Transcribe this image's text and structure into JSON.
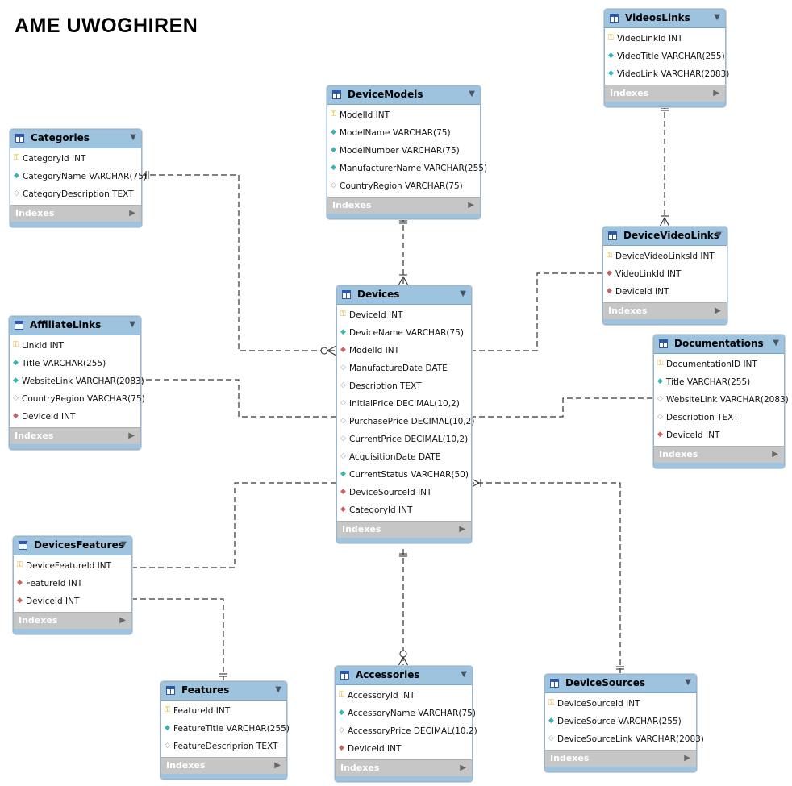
{
  "title": "AME UWOGHIREN",
  "indexes_label": "Indexes",
  "colors": {
    "header": "#9dc3df",
    "primary_key": "#e0b020",
    "attribute": "#37b3b3",
    "foreign_key": "#cc6060"
  },
  "tables": [
    {
      "key": "videoslinks",
      "name": "VideosLinks",
      "columns": [
        {
          "icon": "key-icon",
          "text": "VideoLinkId INT"
        },
        {
          "icon": "attribute-icon",
          "text": "VideoTitle VARCHAR(255)"
        },
        {
          "icon": "attribute-icon",
          "text": "VideoLink VARCHAR(2083)"
        }
      ]
    },
    {
      "key": "devicemodels",
      "name": "DeviceModels",
      "columns": [
        {
          "icon": "key-icon",
          "text": "ModelId INT"
        },
        {
          "icon": "attribute-icon",
          "text": "ModelName VARCHAR(75)"
        },
        {
          "icon": "attribute-icon",
          "text": "ModelNumber VARCHAR(75)"
        },
        {
          "icon": "attribute-icon",
          "text": "ManufacturerName VARCHAR(255)"
        },
        {
          "icon": "optional-icon",
          "text": "CountryRegion VARCHAR(75)"
        }
      ]
    },
    {
      "key": "categories",
      "name": "Categories",
      "columns": [
        {
          "icon": "key-icon",
          "text": "CategoryId INT"
        },
        {
          "icon": "attribute-icon",
          "text": "CategoryName VARCHAR(75)"
        },
        {
          "icon": "optional-icon",
          "text": "CategoryDescription TEXT"
        }
      ]
    },
    {
      "key": "devicevideolinks",
      "name": "DeviceVideoLinks",
      "columns": [
        {
          "icon": "key-icon",
          "text": "DeviceVideoLinksId INT"
        },
        {
          "icon": "foreign-key-icon",
          "text": "VideoLinkId INT"
        },
        {
          "icon": "foreign-key-icon",
          "text": "DeviceId INT"
        }
      ]
    },
    {
      "key": "devices",
      "name": "Devices",
      "columns": [
        {
          "icon": "key-icon",
          "text": "DeviceId INT"
        },
        {
          "icon": "attribute-icon",
          "text": "DeviceName VARCHAR(75)"
        },
        {
          "icon": "foreign-key-icon",
          "text": "ModelId INT"
        },
        {
          "icon": "optional-icon",
          "text": "ManufactureDate DATE"
        },
        {
          "icon": "optional-icon",
          "text": "Description TEXT"
        },
        {
          "icon": "optional-icon",
          "text": "InitialPrice DECIMAL(10,2)"
        },
        {
          "icon": "optional-icon",
          "text": "PurchasePrice DECIMAL(10,2)"
        },
        {
          "icon": "optional-icon",
          "text": "CurrentPrice DECIMAL(10,2)"
        },
        {
          "icon": "optional-icon",
          "text": "AcquisitionDate DATE"
        },
        {
          "icon": "attribute-icon",
          "text": "CurrentStatus VARCHAR(50)"
        },
        {
          "icon": "foreign-key-icon",
          "text": "DeviceSourceId INT"
        },
        {
          "icon": "foreign-key-icon",
          "text": "CategoryId INT"
        }
      ]
    },
    {
      "key": "affiliatelinks",
      "name": "AffiliateLinks",
      "columns": [
        {
          "icon": "key-icon",
          "text": "LinkId INT"
        },
        {
          "icon": "attribute-icon",
          "text": "Title VARCHAR(255)"
        },
        {
          "icon": "attribute-icon",
          "text": "WebsiteLink VARCHAR(2083)"
        },
        {
          "icon": "optional-icon",
          "text": "CountryRegion VARCHAR(75)"
        },
        {
          "icon": "foreign-key-icon",
          "text": "DeviceId INT"
        }
      ]
    },
    {
      "key": "documentations",
      "name": "Documentations",
      "columns": [
        {
          "icon": "key-icon",
          "text": "DocumentationID INT"
        },
        {
          "icon": "attribute-icon",
          "text": "Title VARCHAR(255)"
        },
        {
          "icon": "optional-icon",
          "text": "WebsiteLink VARCHAR(2083)"
        },
        {
          "icon": "optional-icon",
          "text": "Description TEXT"
        },
        {
          "icon": "foreign-key-icon",
          "text": "DeviceId INT"
        }
      ]
    },
    {
      "key": "devicesfeatures",
      "name": "DevicesFeatures",
      "columns": [
        {
          "icon": "key-icon",
          "text": "DeviceFeatureId INT"
        },
        {
          "icon": "foreign-key-icon",
          "text": "FeatureId INT"
        },
        {
          "icon": "foreign-key-icon",
          "text": "DeviceId INT"
        }
      ]
    },
    {
      "key": "features",
      "name": "Features",
      "columns": [
        {
          "icon": "key-icon",
          "text": "FeatureId INT"
        },
        {
          "icon": "attribute-icon",
          "text": "FeatureTitle VARCHAR(255)"
        },
        {
          "icon": "optional-icon",
          "text": "FeatureDescriprion TEXT"
        }
      ]
    },
    {
      "key": "accessories",
      "name": "Accessories",
      "columns": [
        {
          "icon": "key-icon",
          "text": "AccessoryId INT"
        },
        {
          "icon": "attribute-icon",
          "text": "AccessoryName VARCHAR(75)"
        },
        {
          "icon": "optional-icon",
          "text": "AccessoryPrice DECIMAL(10,2)"
        },
        {
          "icon": "foreign-key-icon",
          "text": "DeviceId INT"
        }
      ]
    },
    {
      "key": "devicesources",
      "name": "DeviceSources",
      "columns": [
        {
          "icon": "key-icon",
          "text": "DeviceSourceId INT"
        },
        {
          "icon": "attribute-icon",
          "text": "DeviceSource VARCHAR(255)"
        },
        {
          "icon": "optional-icon",
          "text": "DeviceSourceLink VARCHAR(2083)"
        }
      ]
    }
  ],
  "relationships": [
    {
      "name": "relationship-categories-devices",
      "from": "Categories",
      "to": "Devices"
    },
    {
      "name": "relationship-devicemodels-devices",
      "from": "DeviceModels",
      "to": "Devices"
    },
    {
      "name": "relationship-videoslinks-devicevideolinks",
      "from": "VideosLinks",
      "to": "DeviceVideoLinks"
    },
    {
      "name": "relationship-devices-devicevideolinks",
      "from": "Devices",
      "to": "DeviceVideoLinks"
    },
    {
      "name": "relationship-devices-affiliatelinks",
      "from": "Devices",
      "to": "AffiliateLinks"
    },
    {
      "name": "relationship-devices-documentations",
      "from": "Devices",
      "to": "Documentations"
    },
    {
      "name": "relationship-devices-devicesfeatures",
      "from": "Devices",
      "to": "DevicesFeatures"
    },
    {
      "name": "relationship-features-devicesfeatures",
      "from": "Features",
      "to": "DevicesFeatures"
    },
    {
      "name": "relationship-devices-accessories",
      "from": "Devices",
      "to": "Accessories"
    },
    {
      "name": "relationship-devicesources-devices",
      "from": "DeviceSources",
      "to": "Devices"
    }
  ]
}
